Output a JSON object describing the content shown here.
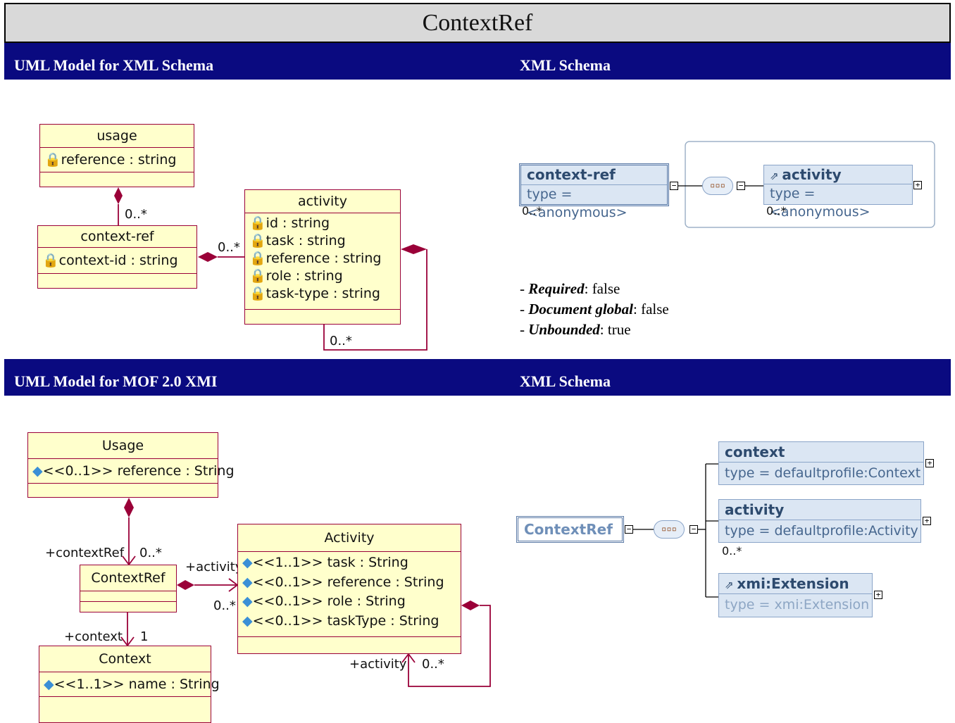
{
  "title": "ContextRef",
  "sections": {
    "top_left": "UML Model for XML Schema",
    "top_right": "XML Schema",
    "bottom_left": "UML Model for MOF 2.0 XMI",
    "bottom_right": "XML Schema"
  },
  "uml_xsd": {
    "usage": {
      "name": "usage",
      "attrs": [
        "reference : string"
      ]
    },
    "context_ref": {
      "name": "context-ref",
      "attrs": [
        "context-id : string"
      ]
    },
    "activity": {
      "name": "activity",
      "attrs": [
        "id : string",
        "task : string",
        "reference : string",
        "role : string",
        "task-type : string"
      ]
    },
    "mult_usage_ctx": "0..*",
    "mult_ctx_act": "0..*",
    "mult_self": "0..*"
  },
  "xsd_top": {
    "context_ref": {
      "name": "context-ref",
      "type": "type = <anonymous>",
      "mult": "0..*"
    },
    "activity": {
      "name": "activity",
      "type": "type = <anonymous>",
      "mult": "0..*"
    },
    "seq_glyph": "▫▫▫"
  },
  "properties": {
    "required_label": "Required",
    "required_value": "false",
    "global_label": "Document global",
    "global_value": "false",
    "unbounded_label": "Unbounded",
    "unbounded_value": "true"
  },
  "uml_mof": {
    "usage": {
      "name": "Usage",
      "attrs": [
        "<<0..1>> reference : String"
      ]
    },
    "context_ref": {
      "name": "ContextRef"
    },
    "context": {
      "name": "Context",
      "attrs": [
        "<<1..1>> name : String"
      ]
    },
    "activity": {
      "name": "Activity",
      "attrs": [
        "<<1..1>> task : String",
        "<<0..1>> reference : String",
        "<<0..1>> role : String",
        "<<0..1>> taskType : String"
      ]
    },
    "role_context_ref": "+contextRef",
    "mult_context_ref": "0..*",
    "role_activity": "+activity",
    "mult_activity": "0..*",
    "role_context": "+context",
    "mult_context": "1",
    "role_self": "+activity",
    "mult_self": "0..*"
  },
  "xsd_bottom": {
    "root": "ContextRef",
    "context": {
      "name": "context",
      "type": "type = defaultprofile:Context"
    },
    "activity": {
      "name": "activity",
      "type": "type = defaultprofile:Activity",
      "mult": "0..*"
    },
    "extension": {
      "name": "xmi:Extension",
      "type": "type = xmi:Extension"
    }
  }
}
